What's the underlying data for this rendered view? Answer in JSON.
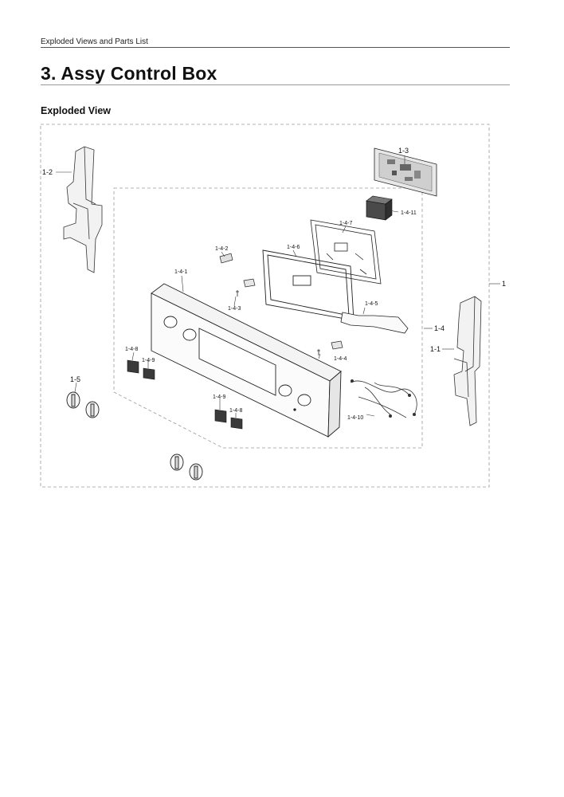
{
  "header": {
    "section": "Exploded Views and Parts List"
  },
  "title": "3.  Assy Control Box",
  "subtitle": "Exploded View",
  "diagram": {
    "labels": {
      "p1": "1",
      "p1_1": "1-1",
      "p1_2": "1-2",
      "p1_3": "1-3",
      "p1_4": "1-4",
      "p1_5": "1-5",
      "p1_4_1": "1-4-1",
      "p1_4_2": "1-4-2",
      "p1_4_3": "1-4-3",
      "p1_4_4": "1-4-4",
      "p1_4_5": "1-4-5",
      "p1_4_6": "1-4-6",
      "p1_4_7": "1-4-7",
      "p1_4_8a": "1-4-8",
      "p1_4_8b": "1-4-8",
      "p1_4_9a": "1-4-9",
      "p1_4_9b": "1-4-9",
      "p1_4_10": "1-4-10",
      "p1_4_11": "1-4-11"
    }
  }
}
